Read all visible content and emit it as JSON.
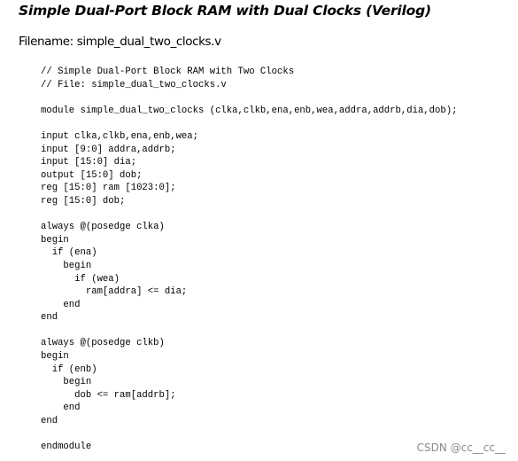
{
  "document": {
    "title": "Simple Dual-Port Block RAM with Dual Clocks (Verilog)",
    "filename_line": "Filename: simple_dual_two_clocks.v",
    "code_lines": [
      "// Simple Dual-Port Block RAM with Two Clocks",
      "// File: simple_dual_two_clocks.v",
      "",
      "module simple_dual_two_clocks (clka,clkb,ena,enb,wea,addra,addrb,dia,dob);",
      "",
      "input clka,clkb,ena,enb,wea;",
      "input [9:0] addra,addrb;",
      "input [15:0] dia;",
      "output [15:0] dob;",
      "reg [15:0] ram [1023:0];",
      "reg [15:0] dob;",
      "",
      "always @(posedge clka)",
      "begin",
      "  if (ena)",
      "    begin",
      "      if (wea)",
      "        ram[addra] <= dia;",
      "    end",
      "end",
      "",
      "always @(posedge clkb)",
      "begin",
      "  if (enb)",
      "    begin",
      "      dob <= ram[addrb];",
      "    end",
      "end",
      "",
      "endmodule"
    ]
  },
  "watermark": "CSDN @cc__cc__"
}
